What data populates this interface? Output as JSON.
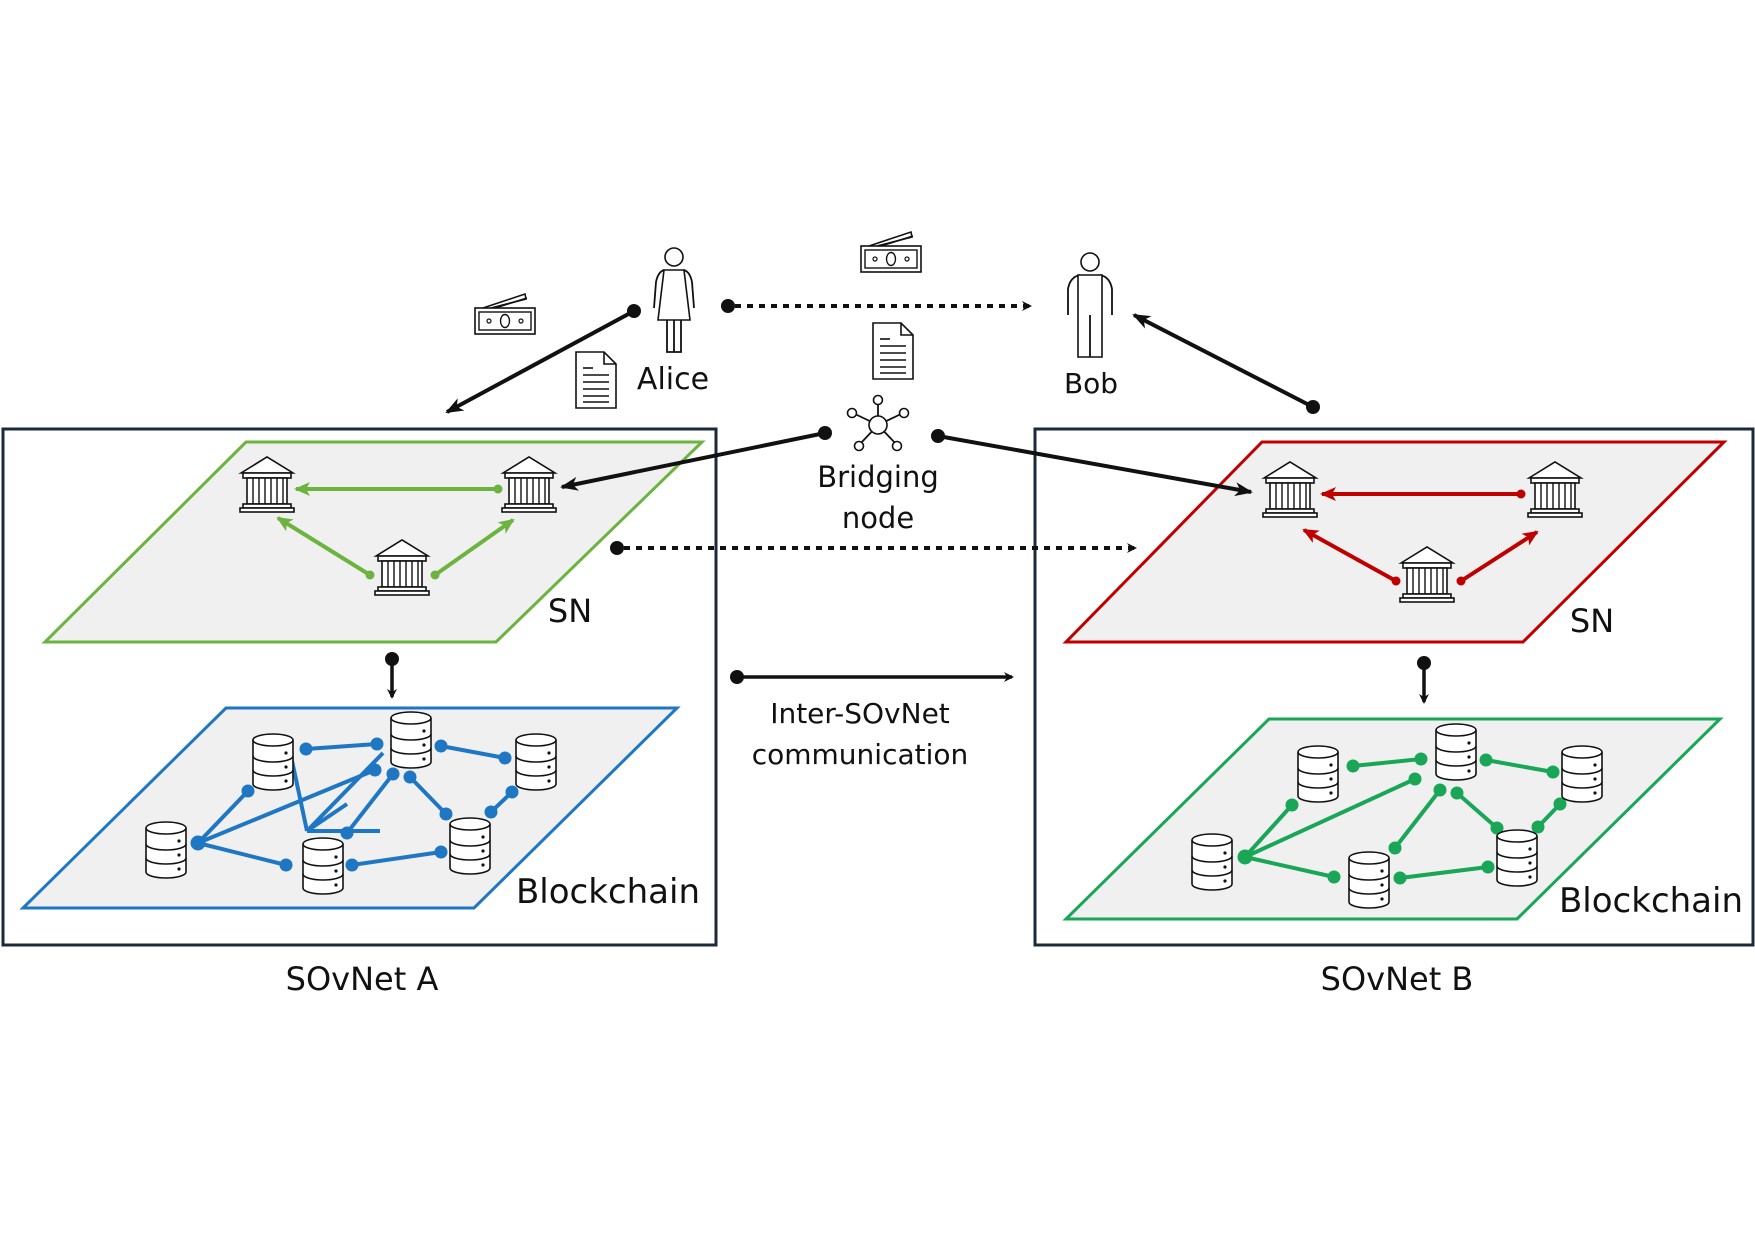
{
  "diagram": {
    "actors": {
      "alice": {
        "label": "Alice"
      },
      "bob": {
        "label": "Bob"
      },
      "bridging_node": {
        "label_line1": "Bridging",
        "label_line2": "node"
      }
    },
    "networks": [
      {
        "id": "A",
        "label": "SOvNet A",
        "sn_label": "SN",
        "blockchain_label": "Blockchain",
        "sn_color": "#6db33f",
        "blockchain_color": "#1f77c4"
      },
      {
        "id": "B",
        "label": "SOvNet B",
        "sn_label": "SN",
        "blockchain_label": "Blockchain",
        "sn_color": "#c00000",
        "blockchain_color": "#1aa657"
      }
    ],
    "inter_link": {
      "label_line1": "Inter-SOvNet",
      "label_line2": "communication"
    },
    "colors": {
      "box_border": "#1b2a38",
      "plane_fill": "#f0f0f0",
      "arrow": "#111111"
    },
    "icons": [
      "person-female-icon",
      "person-male-icon",
      "money-icon",
      "document-icon",
      "network-hub-icon",
      "bank-icon",
      "database-icon"
    ]
  }
}
